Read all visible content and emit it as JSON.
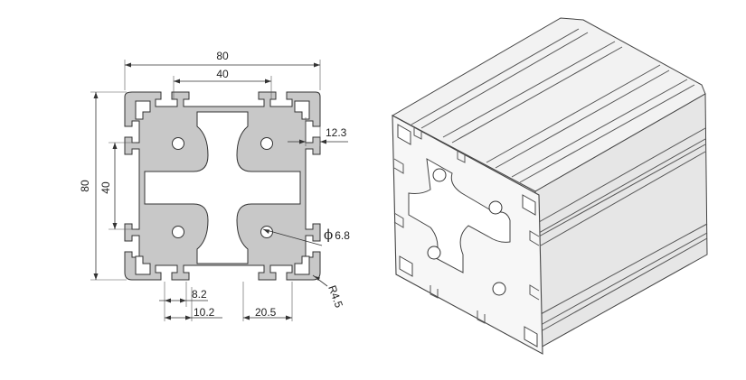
{
  "drawing": {
    "dimensions": {
      "overall_width": "80",
      "inner_width": "40",
      "overall_height": "80",
      "inner_height": "40",
      "slot_depth": "12.3",
      "hole_symbol": "ϕ",
      "hole_diameter": "6.8",
      "corner_radius": "R4.5",
      "slot_opening": "8.2",
      "slot_width": "10.2",
      "slot_offset": "20.5"
    }
  }
}
